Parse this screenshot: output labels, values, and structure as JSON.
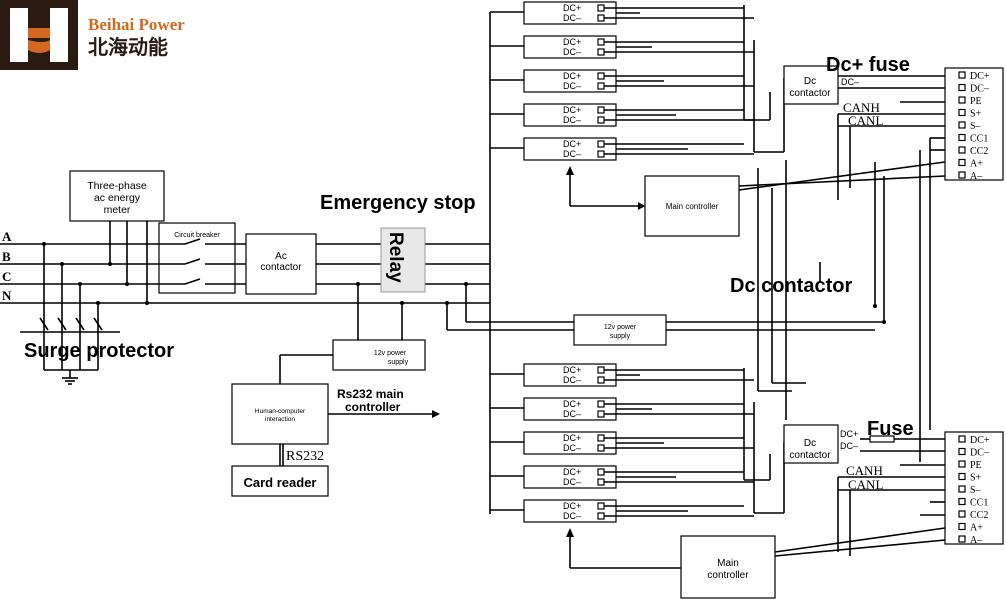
{
  "logo": {
    "brand_en": "Beihai Power",
    "brand_cn": "北海动能",
    "colors": {
      "dark": "#2a1a12",
      "accent": "#d2691e"
    }
  },
  "labels": {
    "three_phase_meter": [
      "Three-phase",
      "ac energy",
      "meter"
    ],
    "circuit_breaker": "Circuit breaker",
    "ac_contactor": [
      "Ac",
      "contactor"
    ],
    "emergency_stop": "Emergency stop",
    "relay": "Relay",
    "surge_protector": "Surge protector",
    "supply_12v_left": [
      "12v power",
      "supply"
    ],
    "supply_12v_mid": [
      "12v power",
      "supply"
    ],
    "hmi": [
      "Human-computer",
      "interaction"
    ],
    "rs232_main": [
      "Rs232 main",
      "controller"
    ],
    "rs232": "RS232",
    "card_reader": "Card reader",
    "main_controller_top": "Main controller",
    "main_controller_bottom": [
      "Main",
      "controller"
    ],
    "dc_plus_fuse": "Dc+ fuse",
    "dc_contactor_mid": "Dc contactor",
    "fuse": "Fuse",
    "dc_contactor_box": [
      "Dc",
      "contactor"
    ],
    "phases": [
      "A",
      "B",
      "C",
      "N"
    ],
    "module_lines": [
      "DC+",
      "DC–"
    ],
    "connector_pins": [
      "DC+",
      "DC–",
      "PE",
      "S+",
      "S–",
      "CC1",
      "CC2",
      "A+",
      "A–"
    ],
    "contactor_out": [
      "DC+",
      "DC–"
    ],
    "canh": "CANH",
    "canl": "CANL"
  }
}
